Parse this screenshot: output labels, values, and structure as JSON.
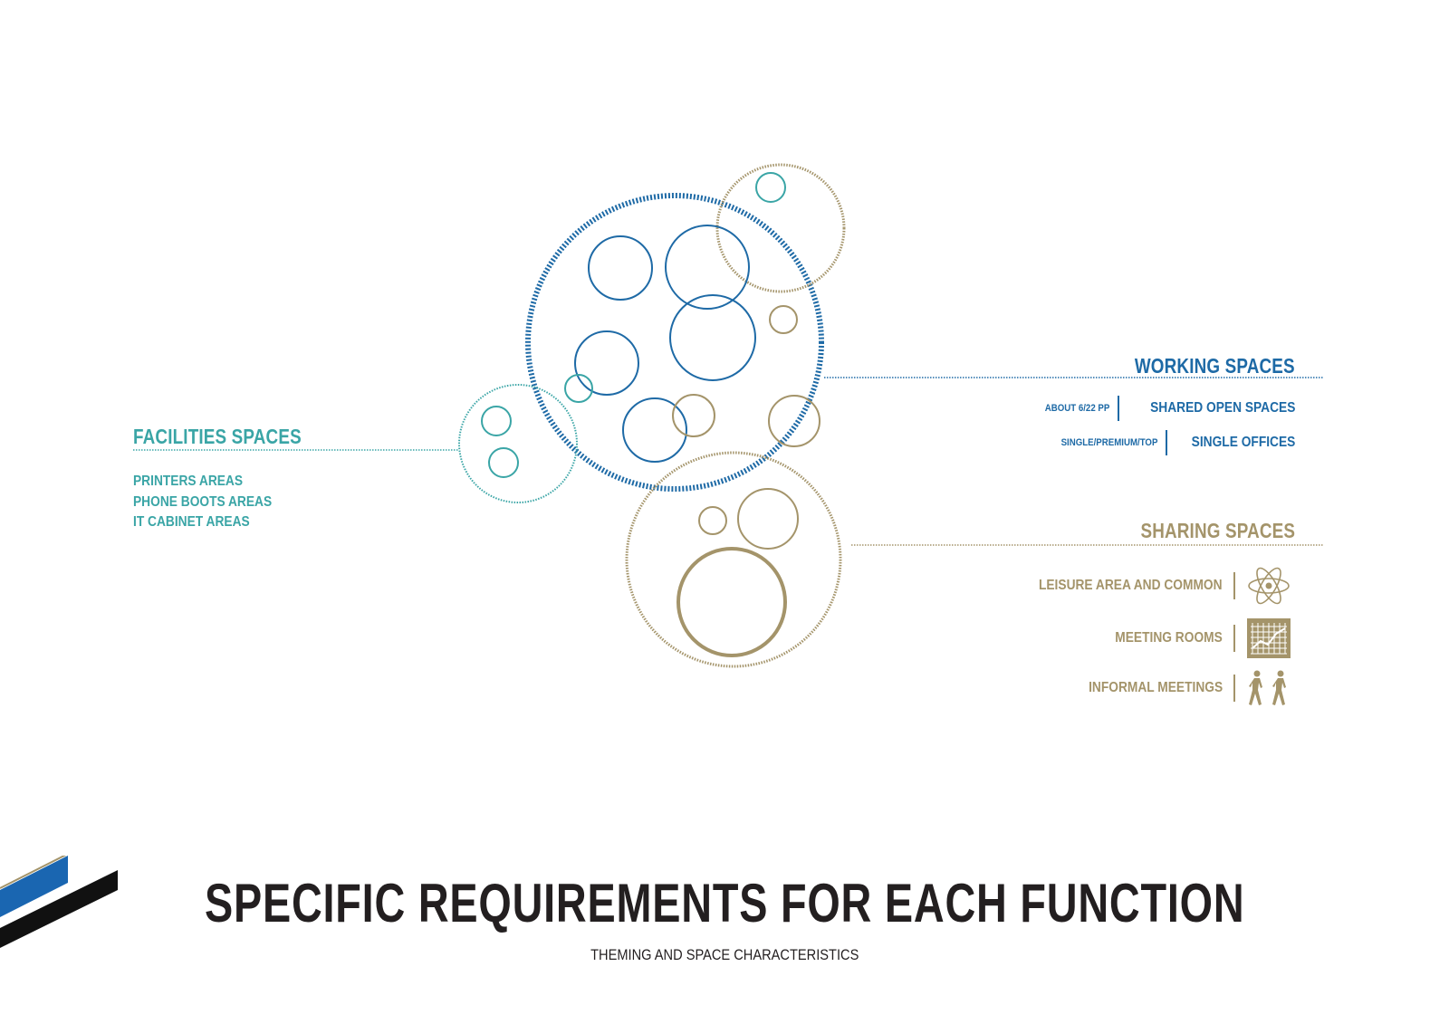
{
  "colors": {
    "working": "#1e6aa6",
    "facilities": "#3aa5a6",
    "sharing": "#a4946a",
    "title": "#231f20",
    "logo_blue": "#1a66b1",
    "logo_black": "#111111",
    "logo_gold": "#a4946a"
  },
  "facilities": {
    "title": "FACILITIES SPACES",
    "items": [
      "PRINTERS AREAS",
      "PHONE BOOTS AREAS",
      "IT CABINET AREAS"
    ]
  },
  "working": {
    "title": "WORKING SPACES",
    "rows": [
      {
        "detail": "ABOUT 6/22 PP",
        "label": "SHARED OPEN SPACES"
      },
      {
        "detail": "SINGLE/PREMIUM/TOP",
        "label": "SINGLE OFFICES"
      }
    ]
  },
  "sharing": {
    "title": "SHARING SPACES",
    "rows": [
      {
        "label": "LEISURE AREA AND COMMON",
        "icon": "atom-icon"
      },
      {
        "label": "MEETING ROOMS",
        "icon": "chart-grid-icon"
      },
      {
        "label": "INFORMAL MEETINGS",
        "icon": "walking-people-icon"
      }
    ]
  },
  "footer": {
    "title": "SPECIFIC REQUIREMENTS FOR EACH FUNCTION",
    "subtitle": "THEMING AND SPACE CHARACTERISTICS"
  }
}
